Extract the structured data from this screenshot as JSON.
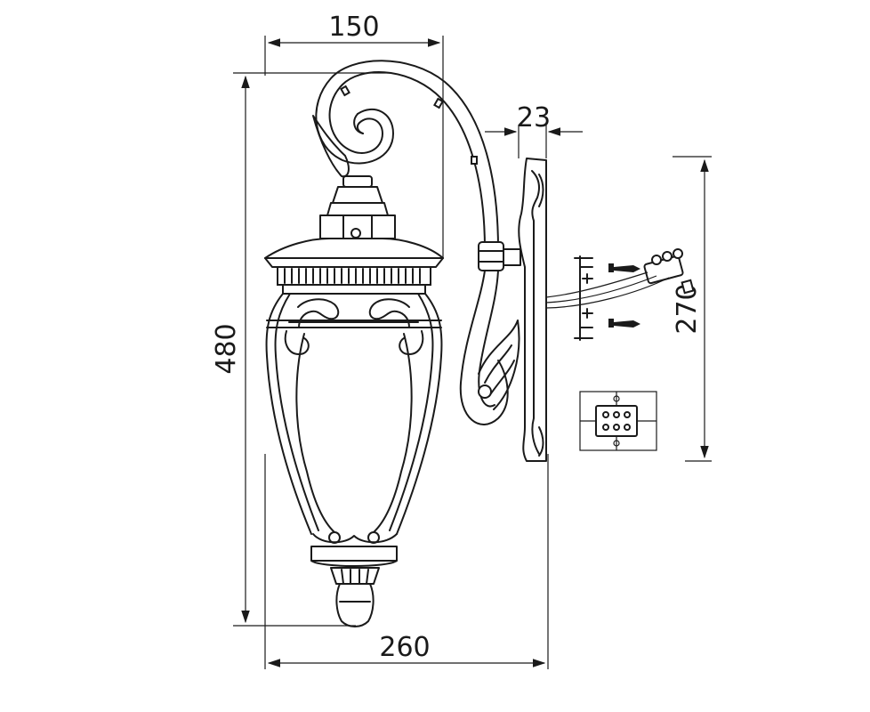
{
  "dimensions": {
    "top_width": "150",
    "bracket_depth": "23",
    "total_height": "480",
    "mount_height": "270",
    "total_width": "260"
  },
  "colors": {
    "line": "#1a1a1a",
    "background": "#ffffff"
  }
}
